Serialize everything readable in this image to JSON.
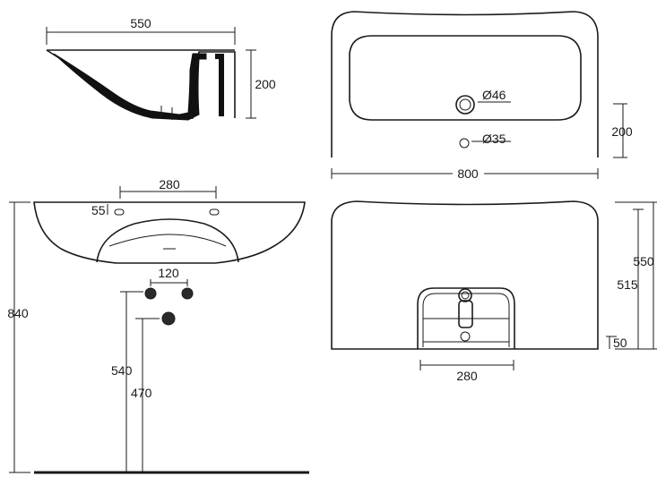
{
  "dimensions": {
    "side_width": "550",
    "side_height": "200",
    "top_width": "800",
    "top_depth": "200",
    "tap_hole": "Ø46",
    "overflow_hole": "Ø35",
    "front_fixing_spacing": "280",
    "front_fixing_height": "55",
    "supply_spacing": "120",
    "total_height": "840",
    "supply_height": "540",
    "waste_height": "470",
    "rear_bracket_spacing": "280",
    "rear_height_outer": "550",
    "rear_height_inner": "515",
    "rear_bottom_offset": "50"
  }
}
